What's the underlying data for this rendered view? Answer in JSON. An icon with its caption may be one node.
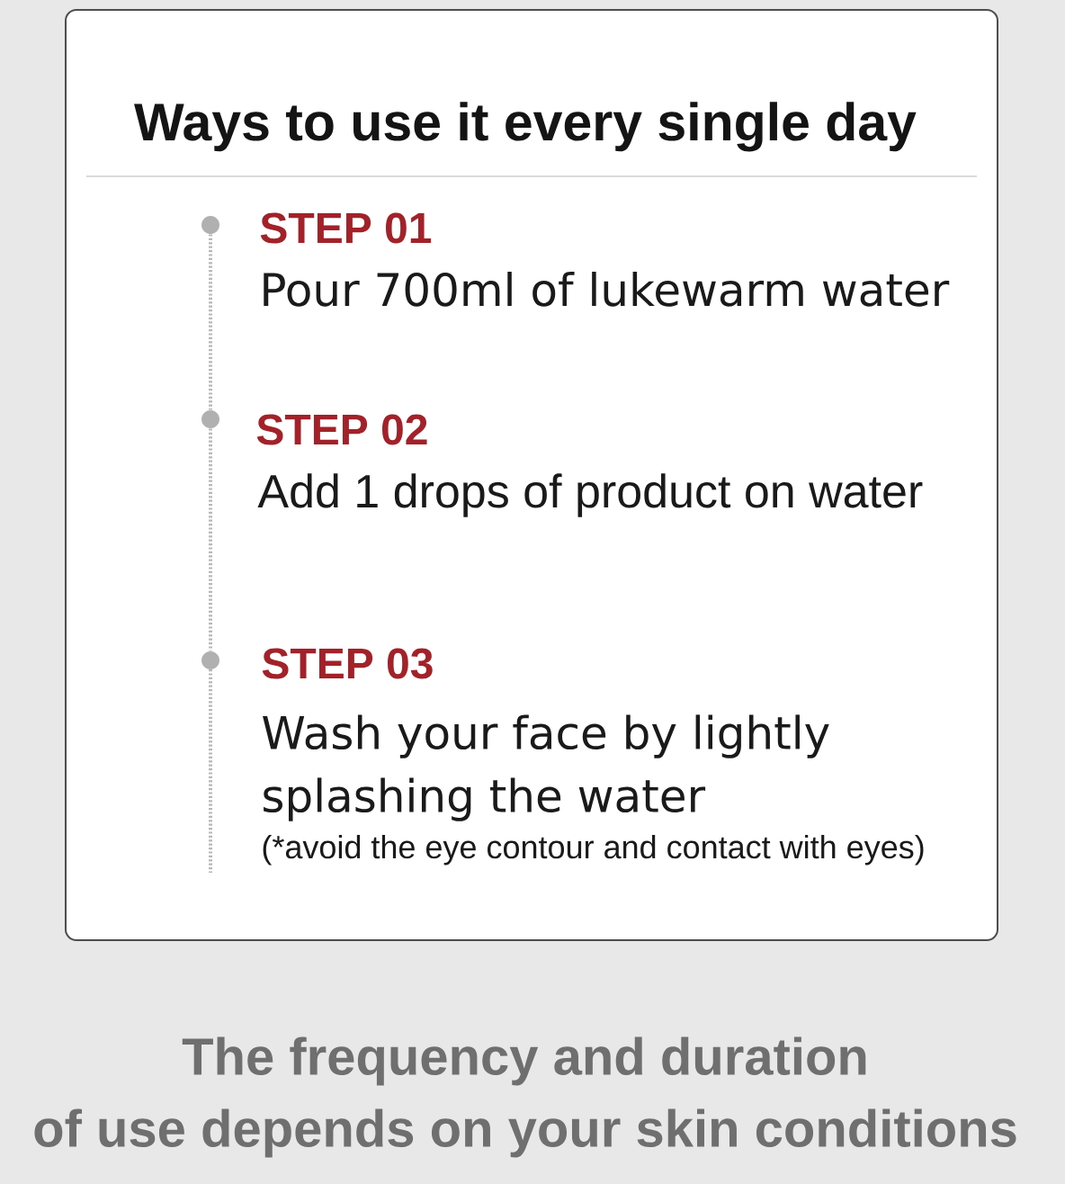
{
  "diagram": {
    "caption": "The frequency and duration of use depends on your skin conditions",
    "nodes": [
      {
        "text": [
          "Ways to use it every single day"
        ]
      },
      {
        "text": [],
        "shape": "circle",
        "in": 0,
        "beside": [
          "STEP 01",
          "Pour 700ml of lukewarm water"
        ]
      },
      {
        "text": [],
        "shape": "circle",
        "in": 0,
        "beside": [
          "STEP 02",
          "Add 1 drops of product on water"
        ]
      },
      {
        "text": [],
        "shape": "circle",
        "in": 0,
        "beside": [
          "STEP 03",
          "Wash your face by lightly splashing the water",
          "(*avoid the eye contour and contact with eyes)"
        ]
      }
    ],
    "edges": [
      {
        "from": 1,
        "to": 2,
        "arrow": "none",
        "style": "dashed"
      },
      {
        "from": 2,
        "to": 3,
        "arrow": "none",
        "style": "dashed"
      }
    ]
  }
}
